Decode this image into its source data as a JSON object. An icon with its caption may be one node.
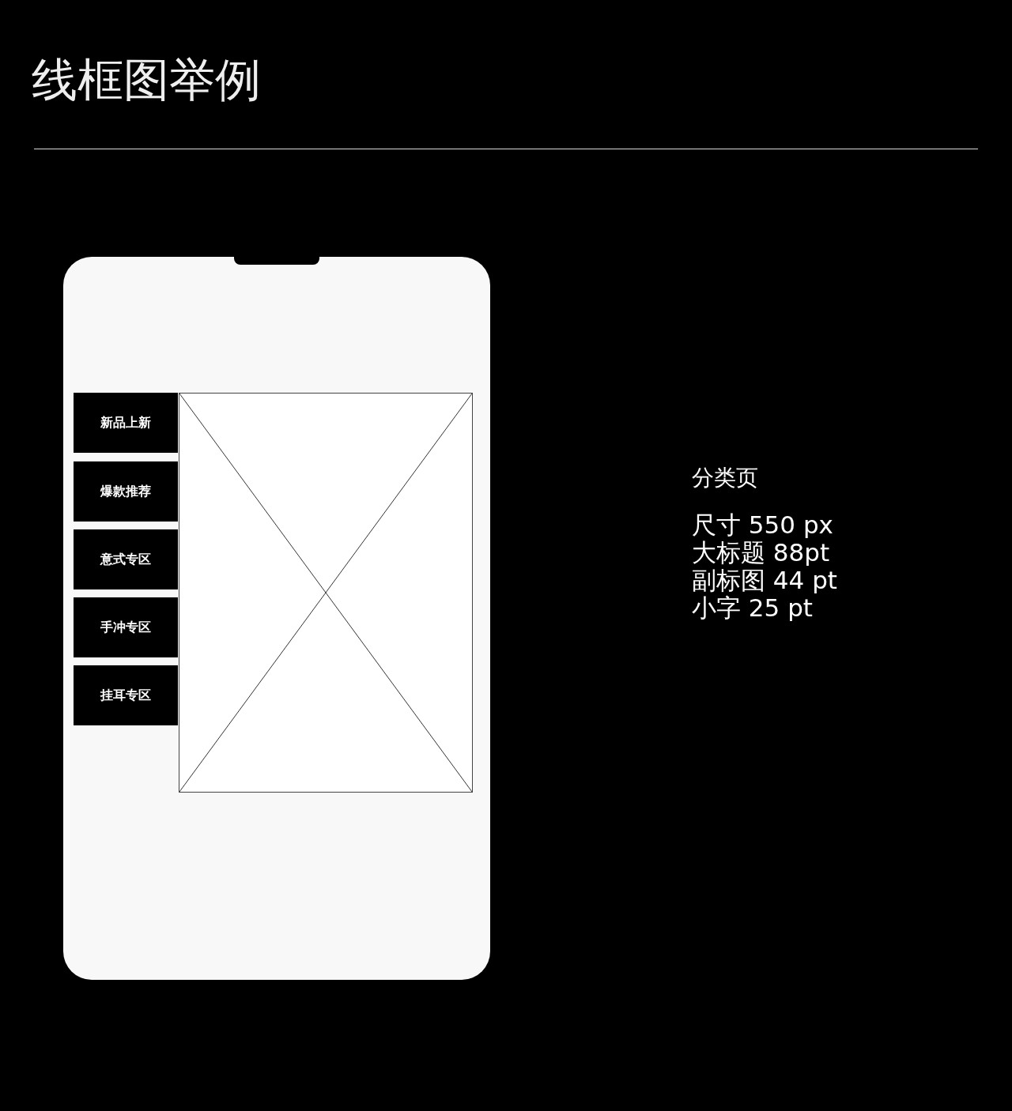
{
  "diagram": {
    "title": "线框图举例",
    "nodes": [
      {
        "text": [],
        "shape": "box"
      },
      {
        "text": [
          "新品上新"
        ],
        "in": 0
      },
      {
        "text": [
          "爆款推荐"
        ],
        "in": 0
      },
      {
        "text": [
          "意式专区"
        ],
        "in": 0
      },
      {
        "text": [
          "手冲专区"
        ],
        "in": 0
      },
      {
        "text": [
          "挂耳专区"
        ],
        "in": 0
      },
      {
        "text": [],
        "shape": "box",
        "in": 0
      }
    ],
    "labels": [
      "分类页",
      "尺寸 550 px",
      "大标题 88pt",
      "副标图 44 pt",
      "小字 25 pt"
    ]
  }
}
